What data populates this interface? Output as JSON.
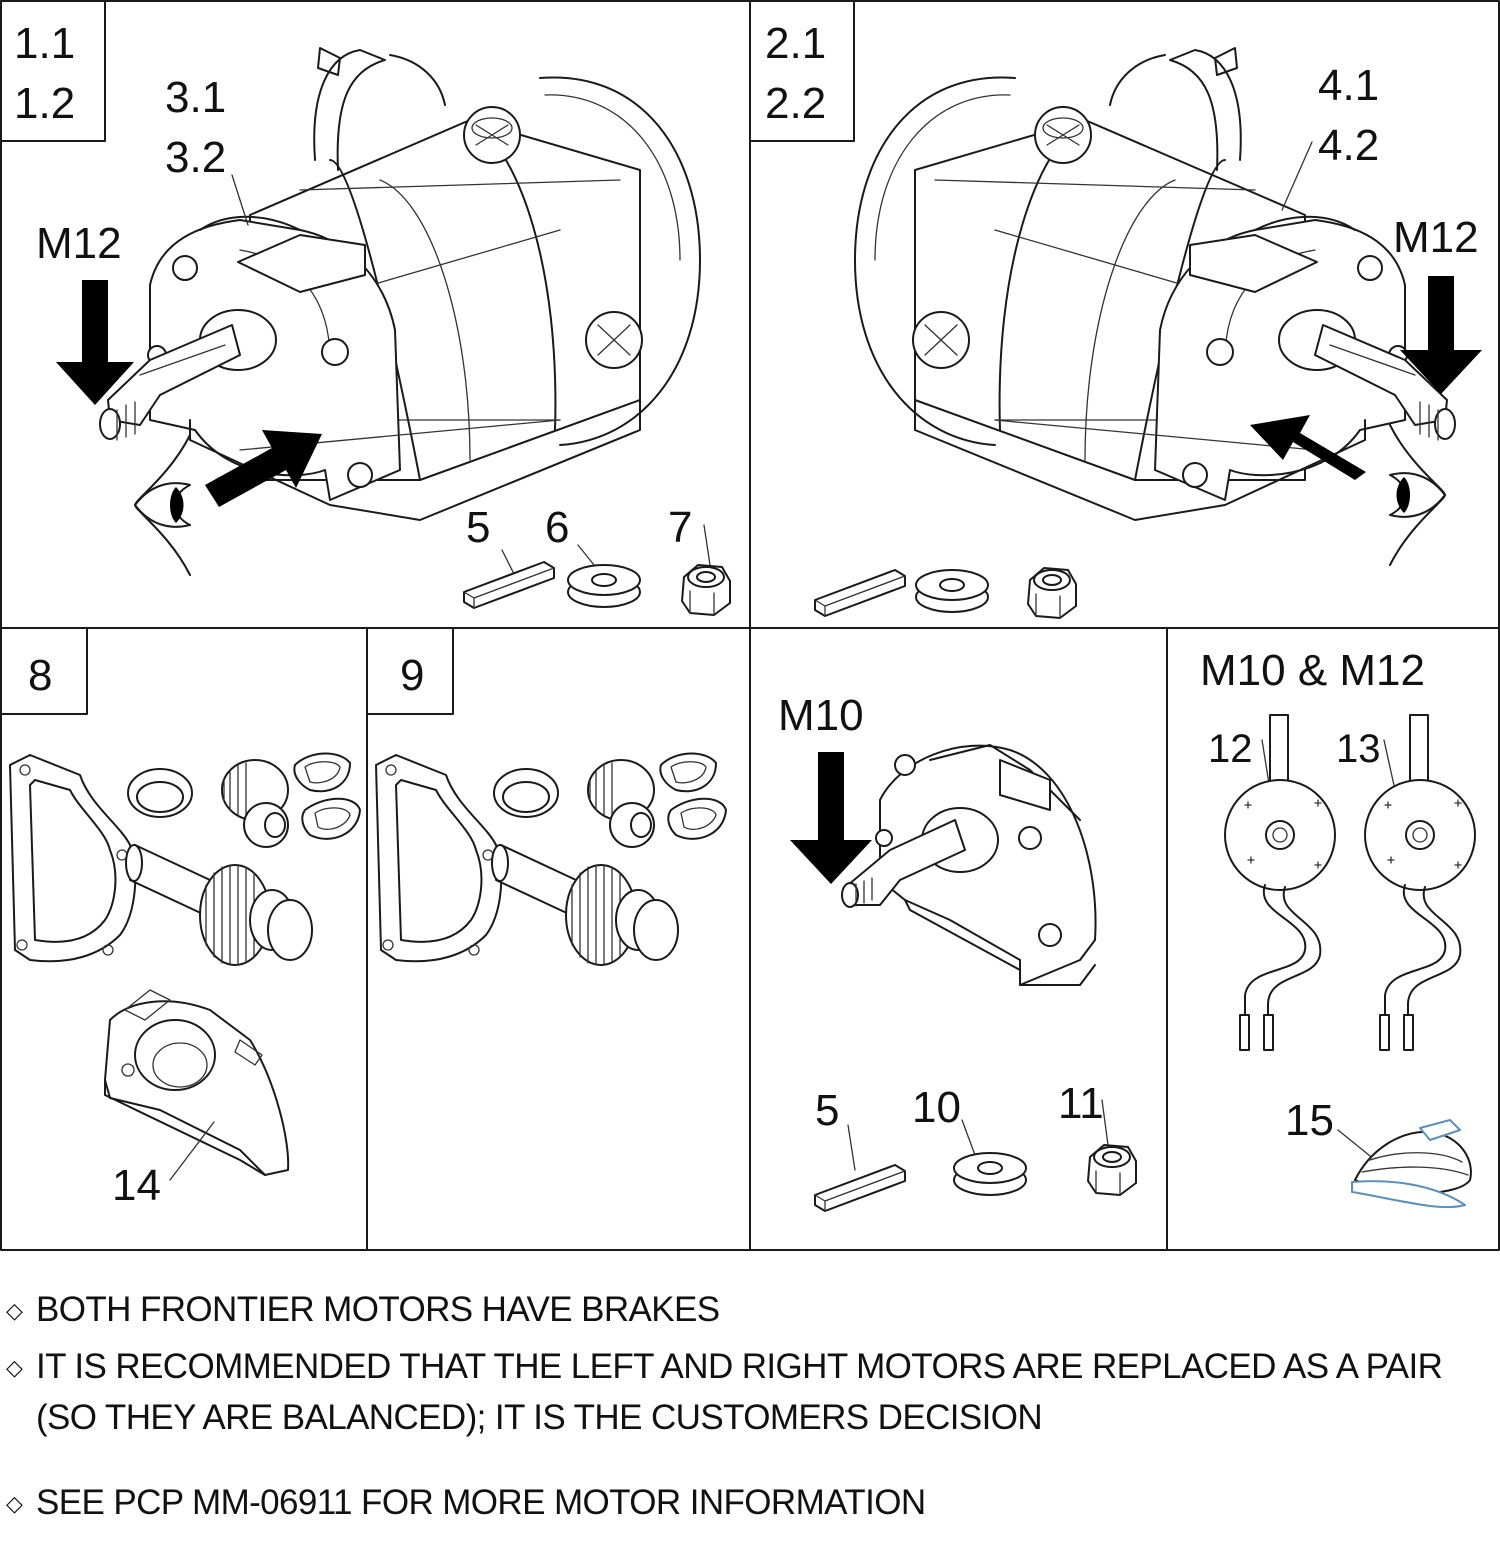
{
  "panels": {
    "p1": {
      "box": "1.1\n1.2",
      "l1": "1.1",
      "l2": "1.2",
      "sub1": "3.1",
      "sub2": "3.2",
      "thread": "M12",
      "parts": {
        "key": "5",
        "washer": "6",
        "nut": "7"
      }
    },
    "p2": {
      "l1": "2.1",
      "l2": "2.2",
      "sub1": "4.1",
      "sub2": "4.2",
      "thread": "M12"
    },
    "p8": {
      "label": "8",
      "cover": "14"
    },
    "p9": {
      "label": "9"
    },
    "p10": {
      "thread": "M10",
      "parts": {
        "key": "5",
        "washer": "10",
        "nut": "11"
      }
    },
    "p11": {
      "title": "M10 & M12",
      "brake_a": "12",
      "brake_b": "13",
      "cap": "15"
    }
  },
  "notes": [
    "BOTH FRONTIER MOTORS HAVE BRAKES",
    "IT IS RECOMMENDED THAT THE LEFT AND RIGHT MOTORS ARE REPLACED AS A PAIR",
    "(SO THEY ARE BALANCED); IT IS THE CUSTOMERS DECISION",
    "SEE PCP MM-06911 FOR MORE MOTOR INFORMATION"
  ],
  "bullet": "◇",
  "colors": {
    "line": "#1a1a1a",
    "accent": "#5a8fc0"
  }
}
